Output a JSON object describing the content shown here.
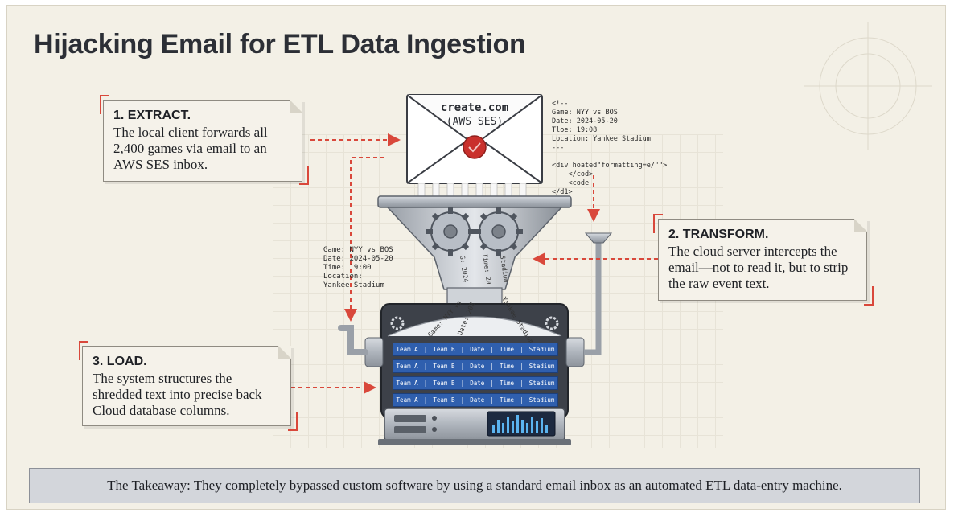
{
  "title": "Hijacking Email for ETL Data Ingestion",
  "extract": {
    "heading": "1. EXTRACT.",
    "body": "The local client forwards all 2,400 games via email to an AWS SES inbox."
  },
  "transform": {
    "heading": "2. TRANSFORM.",
    "body": "The cloud server intercepts the email—not to read it, but to strip the raw event text."
  },
  "load": {
    "heading": "3. LOAD.",
    "body": "The system structures the shredded text into precise back Cloud database columns."
  },
  "envelope": {
    "line1": "create.com",
    "line2": "(AWS SES)"
  },
  "email_code": "<!--\nGame: NYY vs BOS\nDate: 2024-05-20\nTloe: 19:08\nLocation: Yankee Stadium\n---\n\n<div hoated\"formatting=e/\"\">\n    </cod>\n    <code\n</d1>",
  "event_text": "Game: NYY vs BOS\nDate: 2024-05-20\nTime: 19:00\nLocation:\nYankee Stadium",
  "shred_labels": [
    "Game: NYY vs",
    "Date: 202",
    "Yankee Stadium"
  ],
  "funnel_labels": [
    "G: 2024",
    "Time: 20",
    "Stadium"
  ],
  "table_columns": [
    "Team A",
    "Team B",
    "Date",
    "Time",
    "Stadium"
  ],
  "table_row_count": 4,
  "takeaway": "The Takeaway: They completely bypassed custom software by using a standard email inbox as an automated ETL data-entry machine.",
  "colors": {
    "accent_red": "#d9483b",
    "table_blue": "#2f5fae",
    "background": "#f3f0e6"
  }
}
